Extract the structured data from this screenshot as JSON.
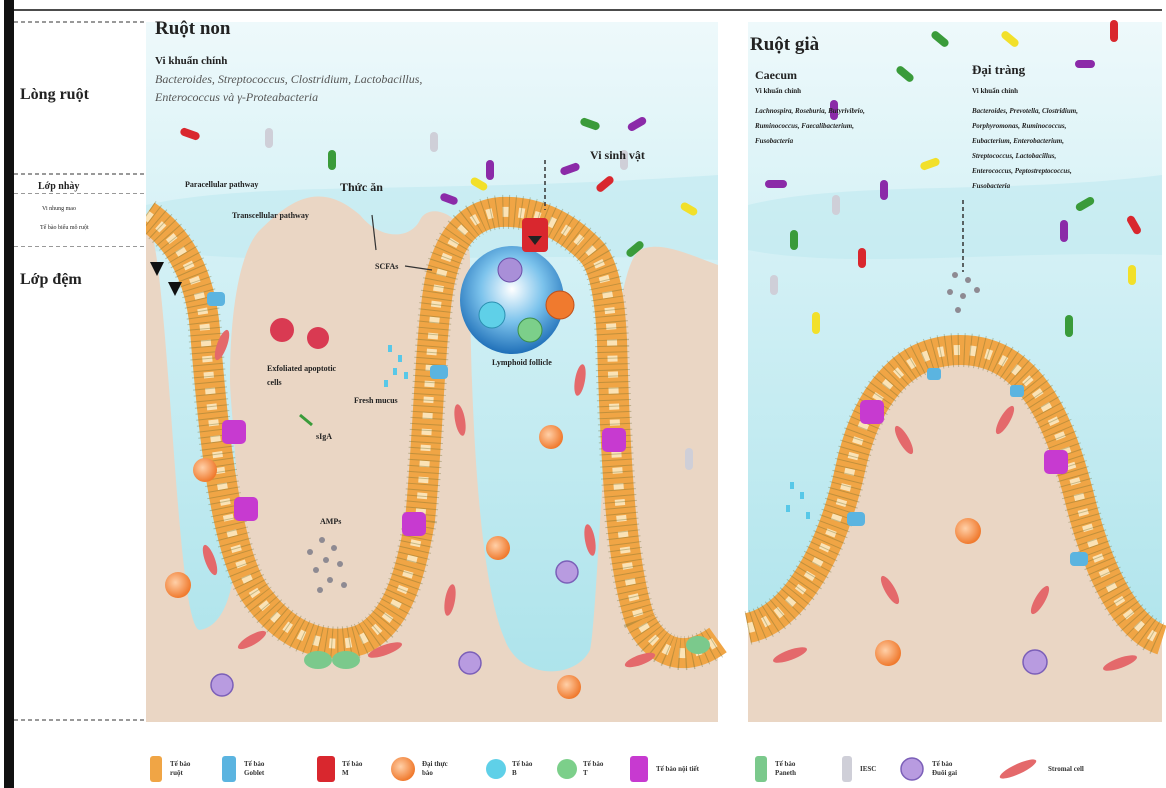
{
  "colors": {
    "lumen": "#cdeef4",
    "lumen_deep": "#9edfe8",
    "tissue": "#ead6c4",
    "epithelium": "#f2a84a",
    "goblet": "#5bb4e0",
    "paneth": "#c73ad0",
    "follicle": "#3d8fd0"
  },
  "left_labels": {
    "long_ruot": "Lòng ruột",
    "lop_nhay": "Lớp nhày",
    "vi_nhung_mao": "Vi nhung mao",
    "te_bao_bieu_mo": "Tế bào biểu mô ruột",
    "lop_dem": "Lớp đệm"
  },
  "small_intestine": {
    "title": "Ruột non",
    "bacteria_heading": "Vi khuẩn chính",
    "bacteria_line1": "Bacteroides, Streptococcus, Clostridium, Lactobacillus,",
    "bacteria_line2": "Enterococcus và γ-Proteabacteria",
    "paracellular": "Paracellular pathway",
    "transcellular": "Transcellular pathway",
    "thuc_an": "Thức ăn",
    "vi_sinh_vat": "Vi sinh vật",
    "scfas": "SCFAs",
    "lymphoid": "Lymphoid follicle",
    "exfoliated": "Exfoliated apoptotic\ncells",
    "fresh_mucus": "Fresh mucus",
    "siga": "sIgA",
    "amps": "AMPs"
  },
  "large_intestine": {
    "title": "Ruột già",
    "caecum_title": "Caecum",
    "caecum_heading": "Vi khuẩn chính",
    "caecum_bacteria": "Lachnospira, Roseburia, Butyrivibrio,\nRuminococcus, Faecalibacterium,\nFusobacteria",
    "colon_title": "Đại tràng",
    "colon_heading": "Vi khuẩn chính",
    "colon_bacteria": "Bacteroides, Prevotella, Clostridium,\nPorphyromonas, Ruminococcus,\nEubacterium, Enterobacterium,\nStreptococcus, Lactobacillus,\nEnterococcus, Peptostreptococcus,\nFusobacteria"
  },
  "legend": [
    {
      "label": "Tế bào\nruột",
      "icon": "enterocyte-icon"
    },
    {
      "label": "Tế bào\nGoblet",
      "icon": "goblet-cell-icon"
    },
    {
      "label": "Tế bào\nM",
      "icon": "m-cell-icon"
    },
    {
      "label": "Đại thực\nbào",
      "icon": "macrophage-icon"
    },
    {
      "label": "Tế bào\nB",
      "icon": "b-cell-icon"
    },
    {
      "label": "Tế bào\nT",
      "icon": "t-cell-icon"
    },
    {
      "label": "Tế bào nội tiết",
      "icon": "endocrine-cell-icon"
    },
    {
      "label": "Tế bào\nPaneth",
      "icon": "paneth-cell-icon"
    },
    {
      "label": "IESC",
      "icon": "iesc-icon"
    },
    {
      "label": "Tế bào\nĐuôi gai",
      "icon": "dendritic-cell-icon"
    },
    {
      "label": "Stromal cell",
      "icon": "stromal-cell-icon"
    }
  ]
}
